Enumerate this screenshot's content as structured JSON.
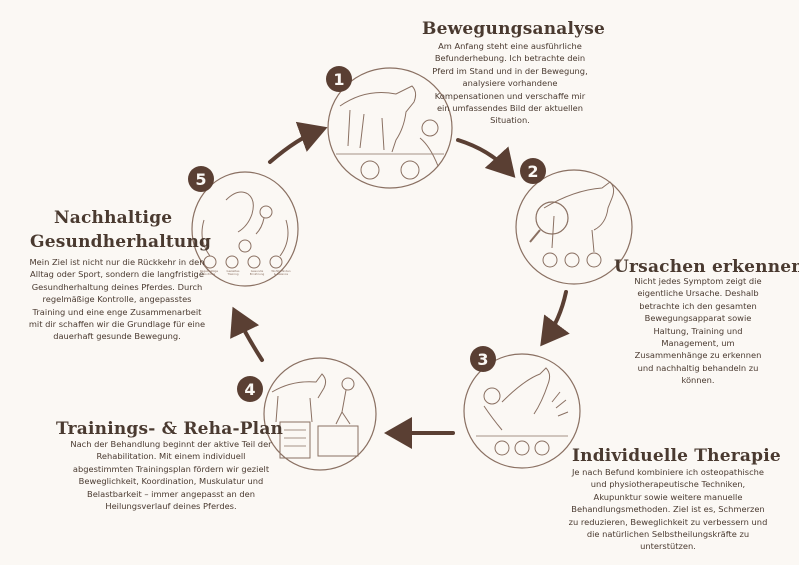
{
  "steps": [
    {
      "number": "1",
      "title": "Bewegungsanalyse",
      "text": "Am Anfang steht eine ausführliche Befunderhebung. Ich betrachte dein Pferd im Stand und in der Bewegung, analysiere vorhandene Kompensationen und verschaffe mir ein umfassendes Bild der aktuellen Situation."
    },
    {
      "number": "2",
      "title": "Ursachen erkennen",
      "text": "Nicht jedes Symptom zeigt die eigentliche Ursache. Deshalb betrachte ich den gesamten Bewegungsapparat sowie Haltung, Training und Management, um Zusammenhänge zu erkennen und nachhaltig behandeln zu können."
    },
    {
      "number": "3",
      "title": "Individuelle Therapie",
      "text": "Je nach Befund kombiniere ich osteopathische und physiotherapeutische Techniken, Akupunktur sowie weitere manuelle Behandlungsmethoden. Ziel ist es, Schmerzen zu reduzieren, Beweglichkeit zu verbessern und die natürlichen Selbstheilungskräfte zu unterstützen."
    },
    {
      "number": "4",
      "title": "Trainings- & Reha-Plan",
      "text": "Nach der Behandlung beginnt der aktive Teil der Rehabilitation. Mit einem individuell abgestimmten Trainingsplan fördern wir gezielt Beweglichkeit, Koordination, Muskulatur und Belastbarkeit – immer angepasst an den Heilungsverlauf deines Pferdes."
    },
    {
      "number": "5",
      "title_line1": "Nachhaltige",
      "title_line2": "Gesundherhaltung",
      "text": "Mein Ziel ist nicht nur die Rückkehr in den Alltag oder Sport, sondern die langfristige Gesundherhaltung deines Pferdes. Durch regelmäßige Kontrolle, angepasstes Training und eine enge Zusammenarbeit mit dir schaffen wir die Grundlage für eine dauerhaft gesunde Bewegung."
    }
  ],
  "step5_icon_labels": [
    "Regelmäßige Kontrolle",
    "Gezieltes Training",
    "Gesunde Ernährung",
    "Wohlbefinden & Balance"
  ],
  "colors": {
    "background": "#fbf8f4",
    "ink": "#4a3a30",
    "badge": "#5a3f33",
    "line": "#8a7062"
  }
}
